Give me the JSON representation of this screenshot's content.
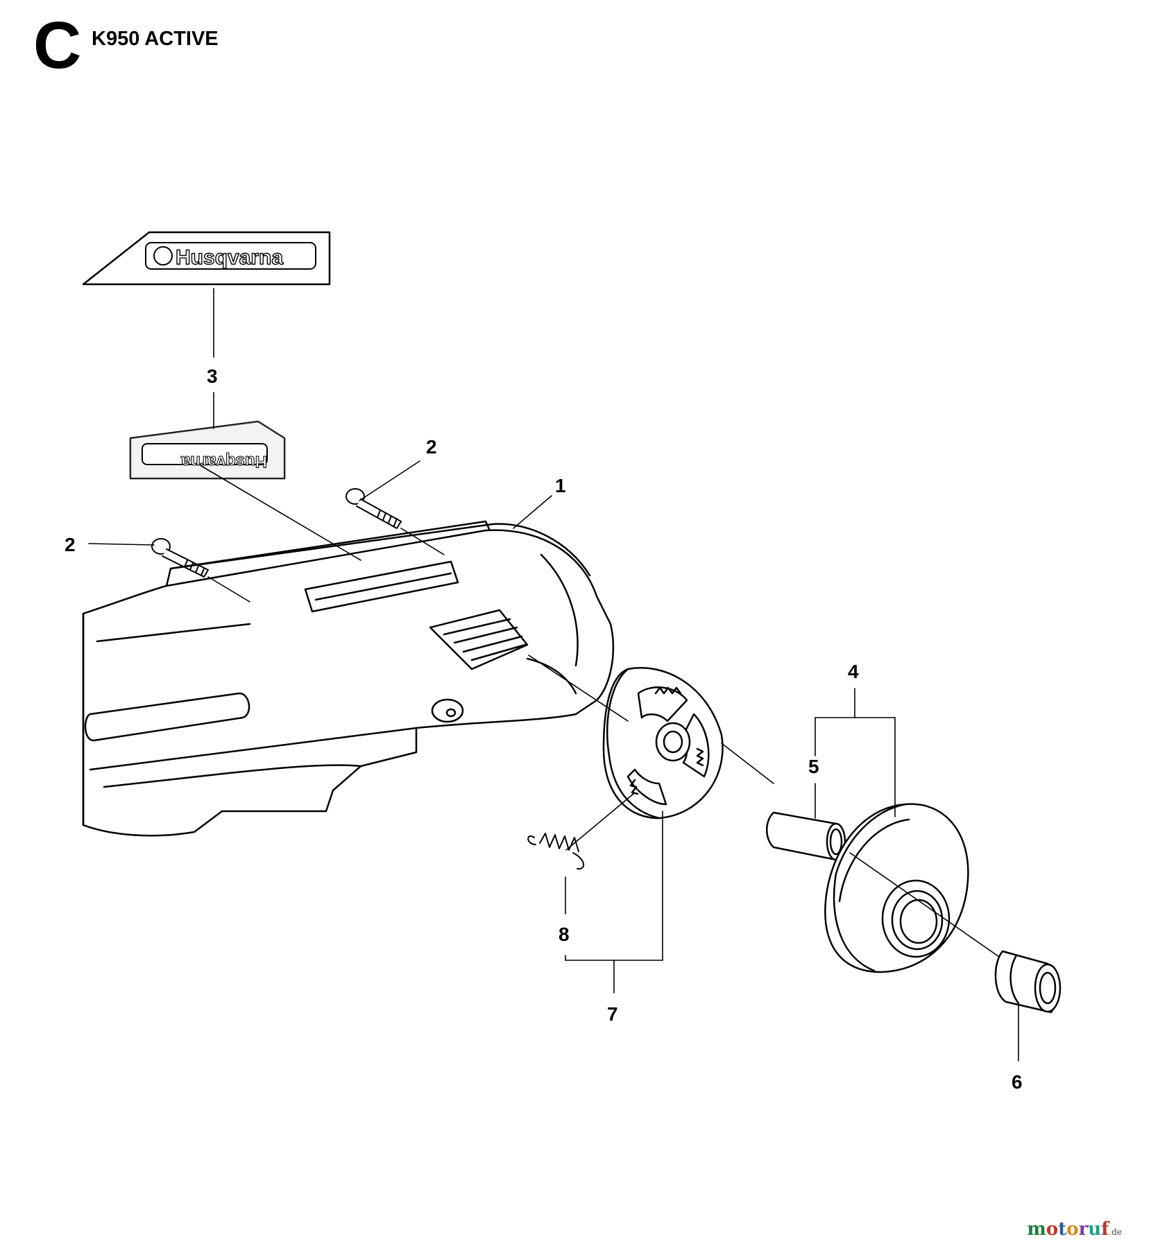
{
  "header": {
    "section_letter": "C",
    "model": "K950 ACTIVE"
  },
  "decals": {
    "brand_text": "Husqvarna",
    "brand_text_mirrored": "Husqvarna"
  },
  "callouts": [
    {
      "id": "1",
      "label": "1"
    },
    {
      "id": "2a",
      "label": "2"
    },
    {
      "id": "2b",
      "label": "2"
    },
    {
      "id": "3",
      "label": "3"
    },
    {
      "id": "4",
      "label": "4"
    },
    {
      "id": "5",
      "label": "5"
    },
    {
      "id": "6",
      "label": "6"
    },
    {
      "id": "7",
      "label": "7"
    },
    {
      "id": "8",
      "label": "8"
    }
  ],
  "watermark": {
    "text": "motoruf",
    "tld": ".de",
    "colors": [
      "#1f7a3a",
      "#c0392b",
      "#2c5aa0",
      "#d68910",
      "#7d3c98",
      "#16a085",
      "#b03a2e"
    ]
  }
}
